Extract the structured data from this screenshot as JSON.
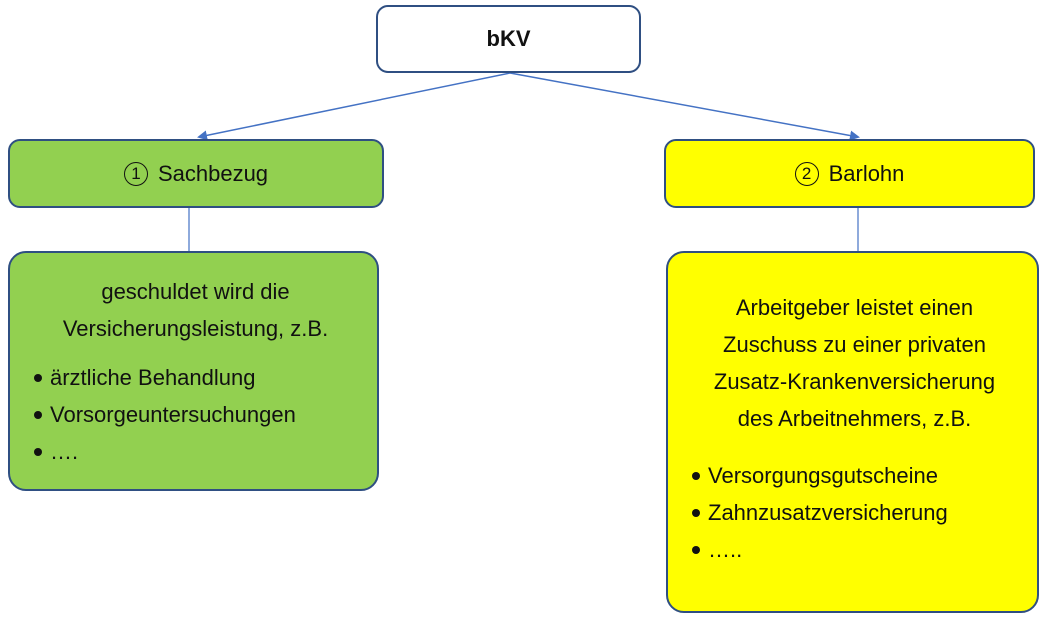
{
  "colors": {
    "green": "#92d050",
    "yellow": "#ffff00",
    "border": "#2f4f82",
    "arrow": "#4472c4"
  },
  "root": {
    "label": "bKV"
  },
  "branches": [
    {
      "number": "1",
      "title": "Sachbezug",
      "intro_lines": [
        "geschuldet wird die",
        "Versicherungsleistung, z.B."
      ],
      "bullets": [
        "ärztliche Behandlung",
        "Vorsorgeuntersuchungen",
        "…."
      ]
    },
    {
      "number": "2",
      "title": "Barlohn",
      "intro_lines": [
        "Arbeitgeber leistet einen",
        "Zuschuss zu einer privaten",
        "Zusatz-Krankenversicherung",
        "des Arbeitnehmers, z.B."
      ],
      "bullets": [
        "Versorgungsgutscheine",
        "Zahnzusatzversicherung",
        "….."
      ]
    }
  ]
}
